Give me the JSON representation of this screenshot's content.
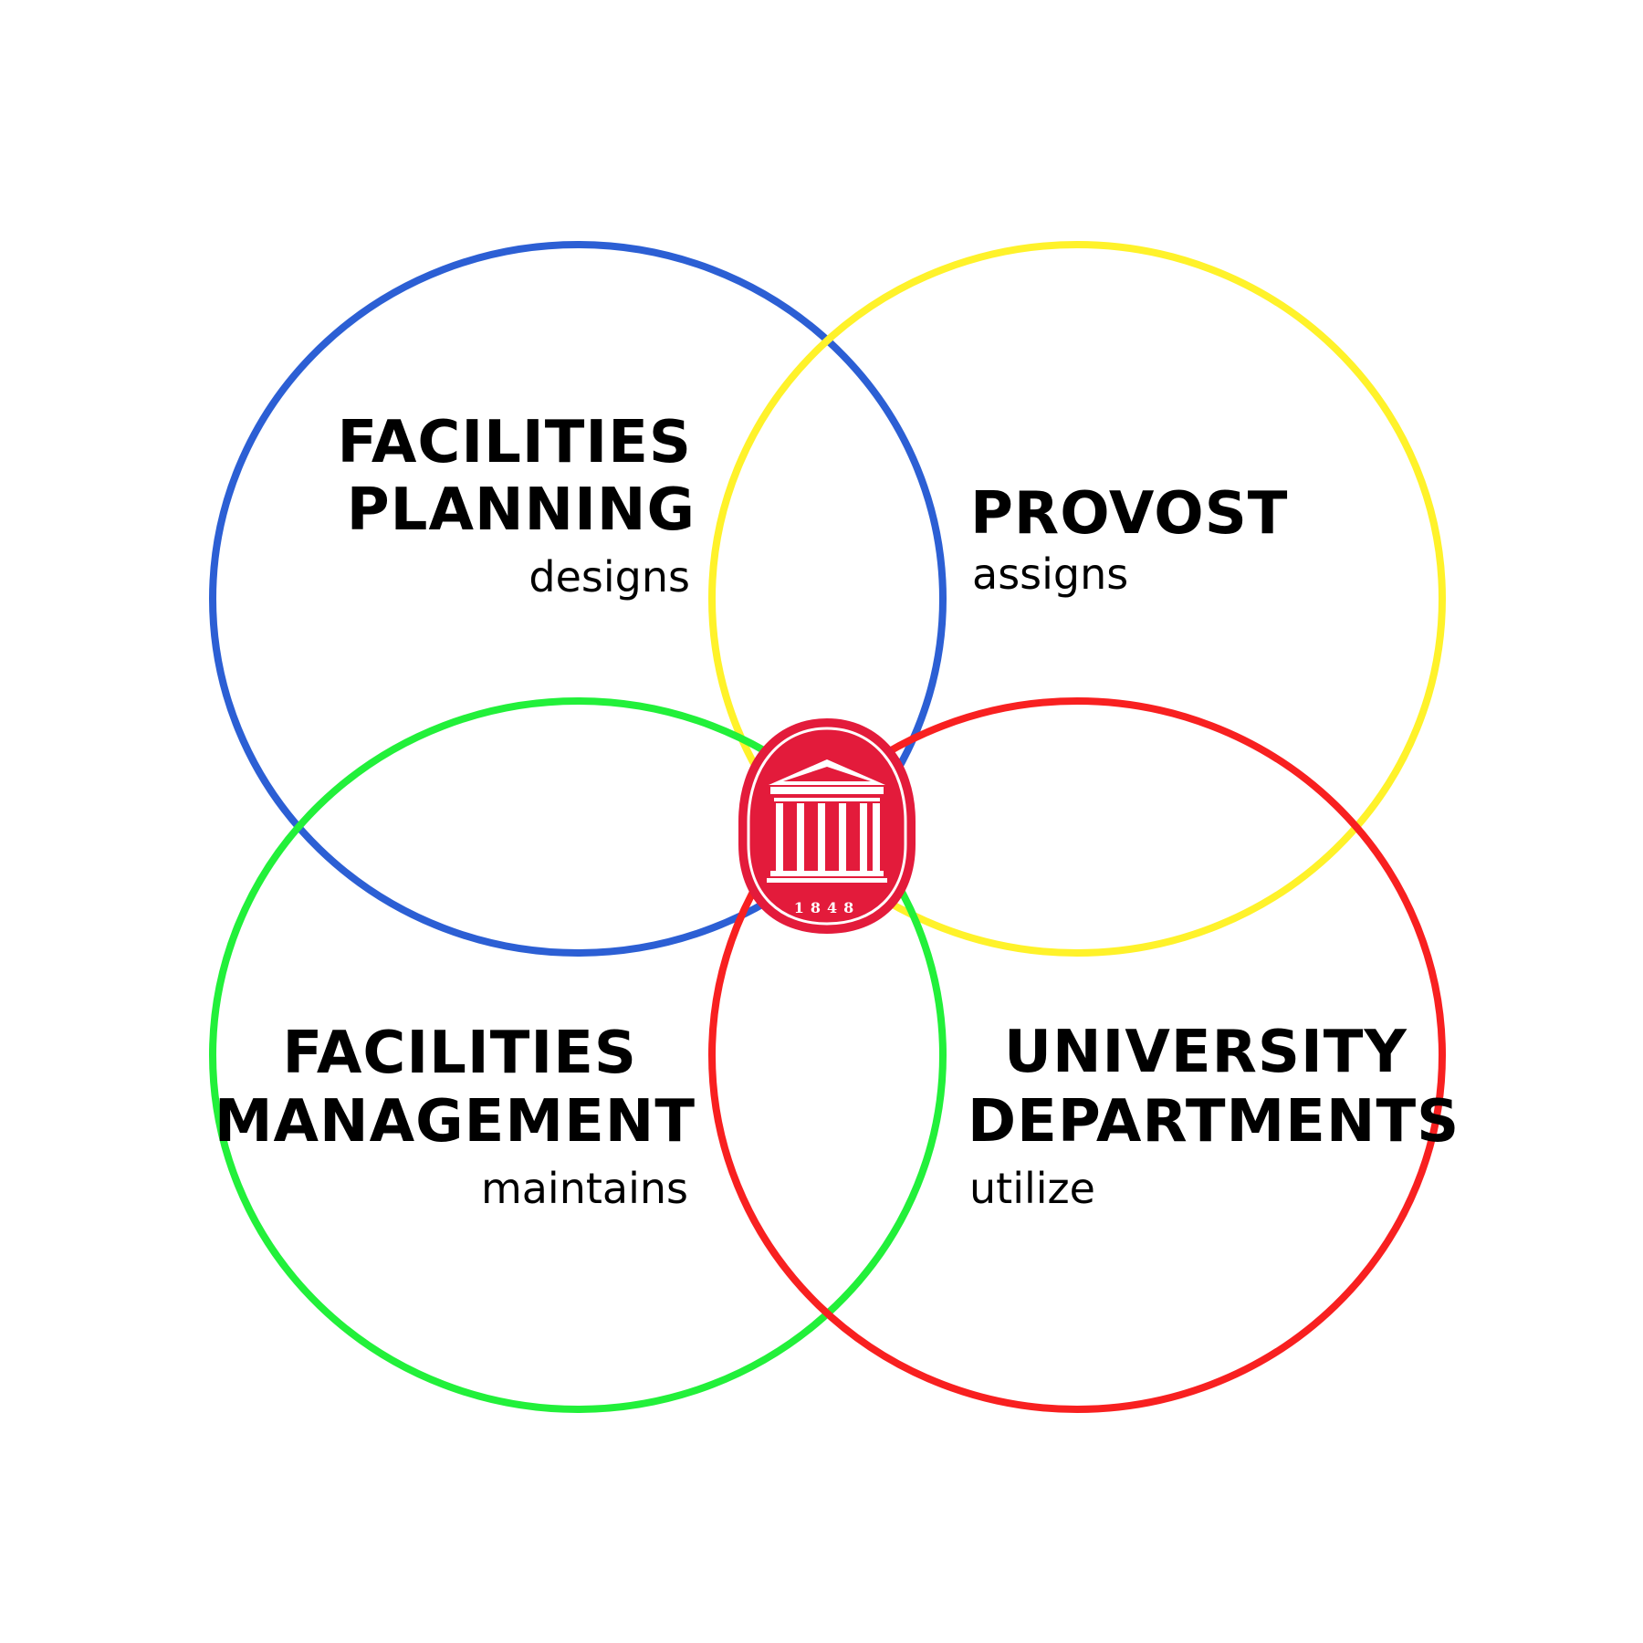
{
  "diagram": {
    "circles": [
      {
        "id": "facilities-planning",
        "title_lines": [
          "FACILITIES",
          "PLANNING"
        ],
        "verb": "designs",
        "color": "#2c5fd4"
      },
      {
        "id": "provost",
        "title_lines": [
          "PROVOST"
        ],
        "verb": "assigns",
        "color": "#fff22a"
      },
      {
        "id": "facilities-management",
        "title_lines": [
          "FACILITIES",
          "MANAGEMENT"
        ],
        "verb": "maintains",
        "color": "#22f03a"
      },
      {
        "id": "university-departments",
        "title_lines": [
          "UNIVERSITY",
          "DEPARTMENTS"
        ],
        "verb": "utilize",
        "color": "#f82020"
      }
    ],
    "logo": {
      "year": "1848",
      "fill_color": "#e31b3b",
      "icon": "lyceum-building-icon"
    }
  }
}
